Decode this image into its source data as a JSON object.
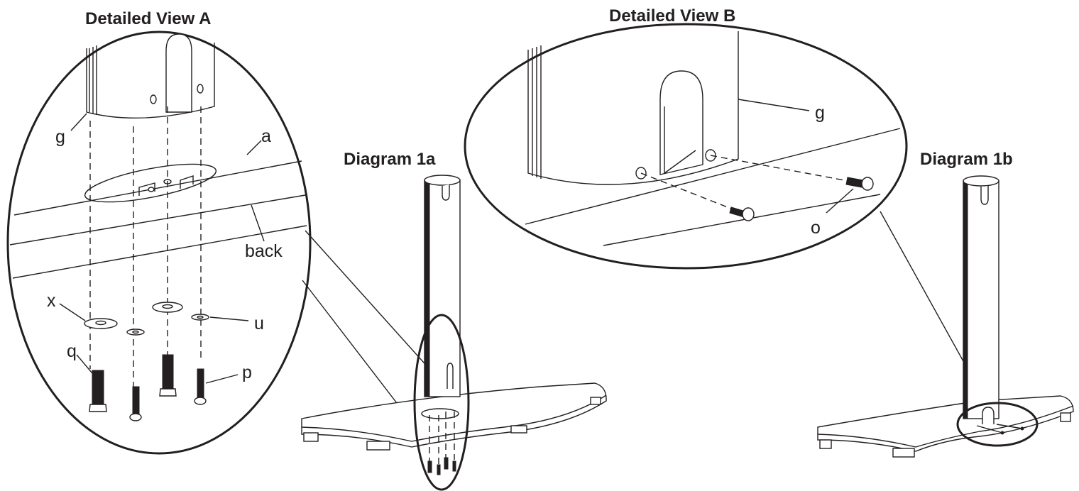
{
  "titles": {
    "view_a": "Detailed View A",
    "view_b": "Detailed View B",
    "diagram_1a": "Diagram 1a",
    "diagram_1b": "Diagram 1b"
  },
  "labels": {
    "g": "g",
    "a": "a",
    "back": "back",
    "x": "x",
    "u": "u",
    "q": "q",
    "p": "p",
    "o": "o"
  },
  "colors": {
    "ink": "#231f20",
    "background": "#ffffff"
  }
}
